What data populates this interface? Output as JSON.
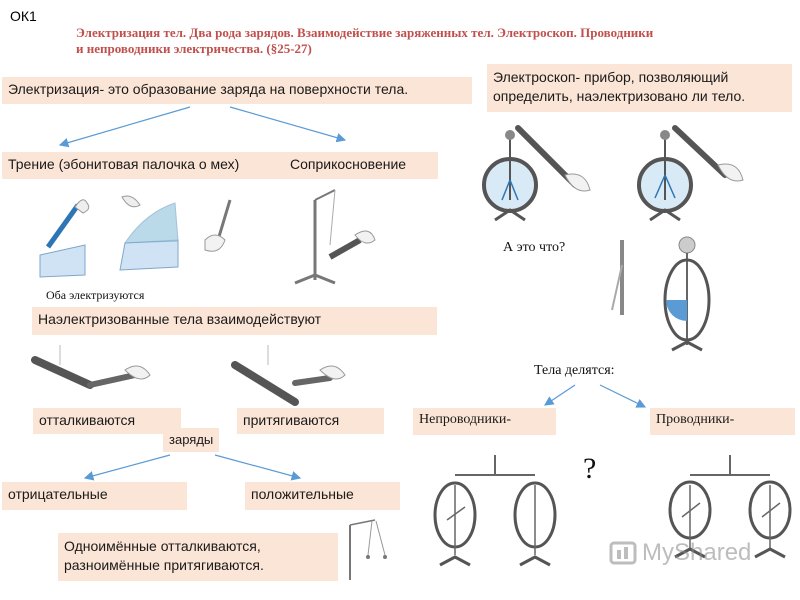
{
  "slide_id": "ОК1",
  "header": {
    "line1": "Электризация тел. Два рода зарядов. Взаимодействие заряженных тел. Электроскоп. Проводники",
    "line2": "и непроводники электричества. (§25-27)"
  },
  "definitions": {
    "electrization": "Электризация- это образование заряда на поверхности тела.",
    "electroscope_line1": "Электроскоп- прибор, позволяющий",
    "electroscope_line2": "определить, наэлектризовано ли тело."
  },
  "methods": {
    "friction": "Трение (эбонитовая палочка о мех)",
    "contact": "Соприкосновение",
    "both_electrified": "Оба электризуются"
  },
  "interaction": {
    "title": "Наэлектризованные тела взаимодействуют",
    "repel": "отталкиваются",
    "attract": "притягиваются",
    "charges": "заряды",
    "negative": "отрицательные",
    "positive": "положительные",
    "rule_line1": "Одноимённые отталкиваются,",
    "rule_line2": "разноимённые притягиваются."
  },
  "question": {
    "what_is_it": "А это что?",
    "mark": "?"
  },
  "classification": {
    "divided": "Тела делятся:",
    "nonconductors": "Непроводники-",
    "conductors": "Проводники-"
  },
  "watermark": {
    "text": "MyShared"
  },
  "colors": {
    "box_bg": "#fbe5d6",
    "header_red": "#c0504d",
    "arrow_blue": "#5b9bd5",
    "electroscope_blue": "#2e75b6"
  }
}
